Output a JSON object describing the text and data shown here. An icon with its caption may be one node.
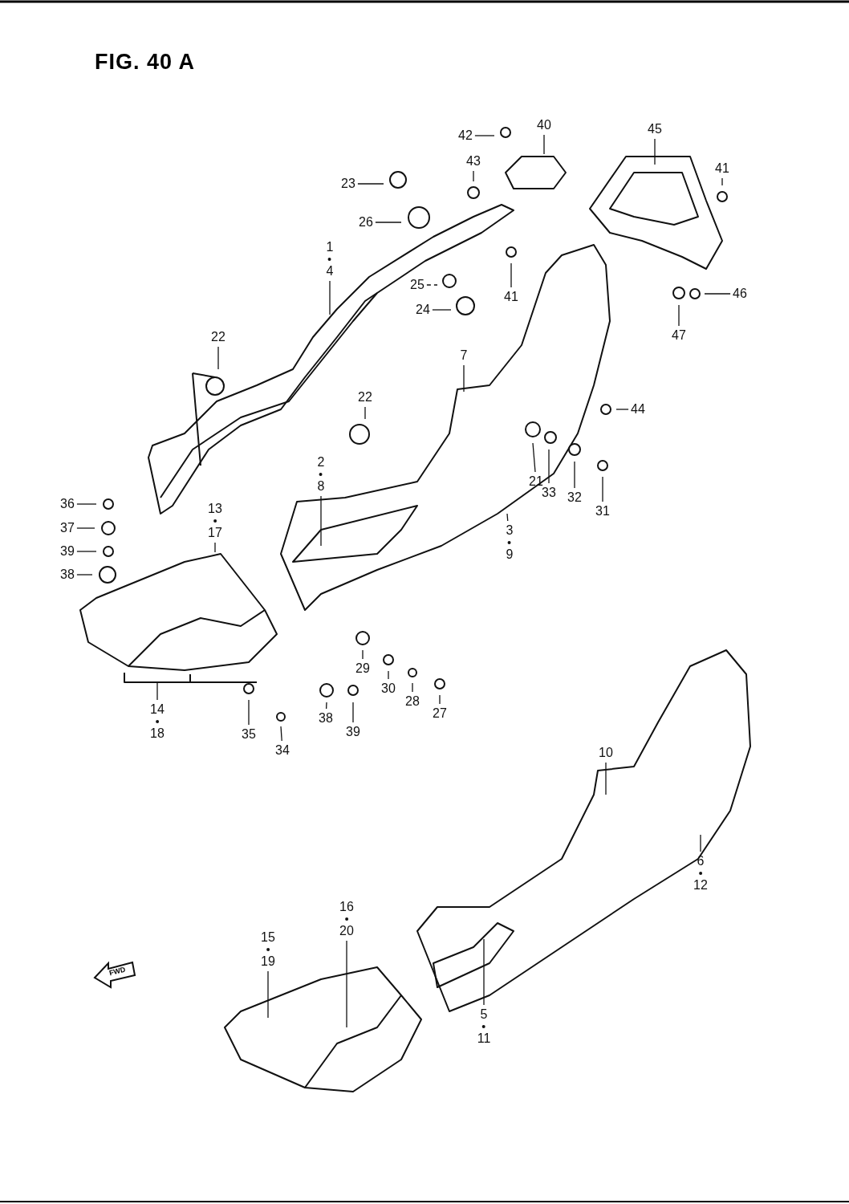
{
  "diagram": {
    "title": "FIG. 40 A",
    "nodes": [
      {
        "text": [
          "42"
        ]
      },
      {
        "text": [
          "40"
        ]
      },
      {
        "text": [
          "45"
        ]
      },
      {
        "text": [
          "43"
        ]
      },
      {
        "text": [
          "41"
        ]
      },
      {
        "text": [
          "23"
        ]
      },
      {
        "text": [
          "26"
        ]
      },
      {
        "text": [
          "1",
          "4"
        ]
      },
      {
        "text": [
          "25"
        ]
      },
      {
        "text": [
          "41"
        ]
      },
      {
        "text": [
          "46"
        ]
      },
      {
        "text": [
          "24"
        ]
      },
      {
        "text": [
          "47"
        ]
      },
      {
        "text": [
          "22"
        ]
      },
      {
        "text": [
          "7"
        ]
      },
      {
        "text": [
          "22"
        ]
      },
      {
        "text": [
          "44"
        ]
      },
      {
        "text": [
          "21"
        ]
      },
      {
        "text": [
          "33"
        ]
      },
      {
        "text": [
          "2",
          "8"
        ]
      },
      {
        "text": [
          "32"
        ]
      },
      {
        "text": [
          "36"
        ]
      },
      {
        "text": [
          "31"
        ]
      },
      {
        "text": [
          "13",
          "17"
        ]
      },
      {
        "text": [
          "37"
        ]
      },
      {
        "text": [
          "3",
          "9"
        ]
      },
      {
        "text": [
          "39"
        ]
      },
      {
        "text": [
          "38"
        ]
      },
      {
        "text": [
          "29"
        ]
      },
      {
        "text": [
          "30"
        ]
      },
      {
        "text": [
          "28"
        ]
      },
      {
        "text": [
          "14",
          "18"
        ]
      },
      {
        "text": [
          "27"
        ]
      },
      {
        "text": [
          "38"
        ]
      },
      {
        "text": [
          "39"
        ]
      },
      {
        "text": [
          "35"
        ]
      },
      {
        "text": [
          "34"
        ]
      },
      {
        "text": [
          "10"
        ]
      },
      {
        "text": [
          "6",
          "12"
        ]
      },
      {
        "text": [
          "16",
          "20"
        ]
      },
      {
        "text": [
          "15",
          "19"
        ]
      },
      {
        "text": [
          "5",
          "11"
        ]
      }
    ],
    "edges": [
      {
        "from": 0,
        "to": null,
        "arrow": "none"
      },
      {
        "from": 1,
        "to": null,
        "arrow": "none"
      },
      {
        "from": 2,
        "to": null,
        "arrow": "none"
      },
      {
        "from": 3,
        "to": null,
        "arrow": "none"
      },
      {
        "from": 4,
        "to": null,
        "arrow": "none"
      },
      {
        "from": 5,
        "to": null,
        "arrow": "none"
      },
      {
        "from": 6,
        "to": null,
        "arrow": "none"
      },
      {
        "from": 7,
        "to": null,
        "arrow": "none"
      },
      {
        "from": 8,
        "to": null,
        "arrow": "none",
        "style": "dashed"
      },
      {
        "from": 9,
        "to": null,
        "arrow": "none"
      },
      {
        "from": 10,
        "to": null,
        "arrow": "none"
      },
      {
        "from": 11,
        "to": null,
        "arrow": "none"
      },
      {
        "from": 12,
        "to": null,
        "arrow": "none"
      },
      {
        "from": 13,
        "to": null,
        "arrow": "none"
      },
      {
        "from": 14,
        "to": null,
        "arrow": "none"
      },
      {
        "from": 15,
        "to": null,
        "arrow": "none"
      },
      {
        "from": 16,
        "to": null,
        "arrow": "none"
      },
      {
        "from": 17,
        "to": null,
        "arrow": "none"
      },
      {
        "from": 18,
        "to": null,
        "arrow": "none"
      },
      {
        "from": 19,
        "to": null,
        "arrow": "none"
      },
      {
        "from": 20,
        "to": null,
        "arrow": "none"
      },
      {
        "from": 21,
        "to": null,
        "arrow": "none"
      },
      {
        "from": 22,
        "to": null,
        "arrow": "none"
      },
      {
        "from": 23,
        "to": null,
        "arrow": "none"
      },
      {
        "from": 24,
        "to": null,
        "arrow": "none"
      },
      {
        "from": 25,
        "to": null,
        "arrow": "none"
      },
      {
        "from": 26,
        "to": null,
        "arrow": "none"
      },
      {
        "from": 27,
        "to": null,
        "arrow": "none"
      },
      {
        "from": 28,
        "to": null,
        "arrow": "none"
      },
      {
        "from": 29,
        "to": null,
        "arrow": "none"
      },
      {
        "from": 30,
        "to": null,
        "arrow": "none"
      },
      {
        "from": 31,
        "to": null,
        "arrow": "none"
      },
      {
        "from": 32,
        "to": null,
        "arrow": "none"
      },
      {
        "from": 33,
        "to": null,
        "arrow": "none"
      },
      {
        "from": 34,
        "to": null,
        "arrow": "none"
      },
      {
        "from": 35,
        "to": null,
        "arrow": "none"
      },
      {
        "from": 36,
        "to": null,
        "arrow": "none"
      },
      {
        "from": 37,
        "to": null,
        "arrow": "none"
      },
      {
        "from": 38,
        "to": null,
        "arrow": "none"
      },
      {
        "from": 39,
        "to": null,
        "arrow": "none"
      },
      {
        "from": 40,
        "to": null,
        "arrow": "none"
      },
      {
        "from": 41,
        "to": null,
        "arrow": "none"
      }
    ],
    "labels": [
      "FWD"
    ]
  }
}
